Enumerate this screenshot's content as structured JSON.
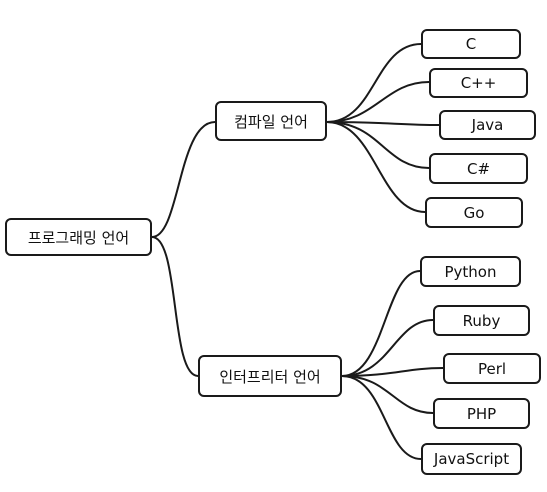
{
  "mindmap": {
    "root": {
      "label": "프로그래밍 언어"
    },
    "branches": [
      {
        "label": "컴파일 언어",
        "children": [
          "C",
          "C++",
          "Java",
          "C#",
          "Go"
        ]
      },
      {
        "label": "인터프리터 언어",
        "children": [
          "Python",
          "Ruby",
          "Perl",
          "PHP",
          "JavaScript"
        ]
      }
    ]
  },
  "colors": {
    "line": "#1a1a1a",
    "node_border": "#1a1a1a",
    "node_fill": "#ffffff",
    "text": "#111111"
  }
}
